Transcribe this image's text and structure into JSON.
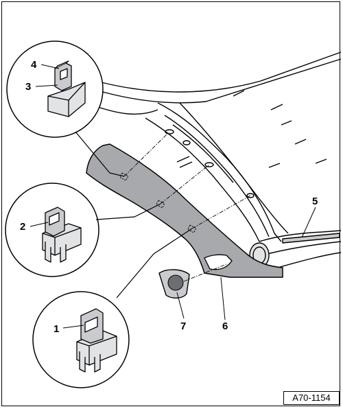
{
  "figure_ref": "A70-1154",
  "callouts": {
    "c1": "1",
    "c2": "2",
    "c3": "3",
    "c4": "4",
    "c5": "5",
    "c6": "6",
    "c7": "7"
  },
  "colors": {
    "line": "#000000",
    "trim_fill": "#a7a9ac",
    "part_light": "#e2e3e5",
    "part_mid": "#c9cbce",
    "background": "#ffffff"
  }
}
